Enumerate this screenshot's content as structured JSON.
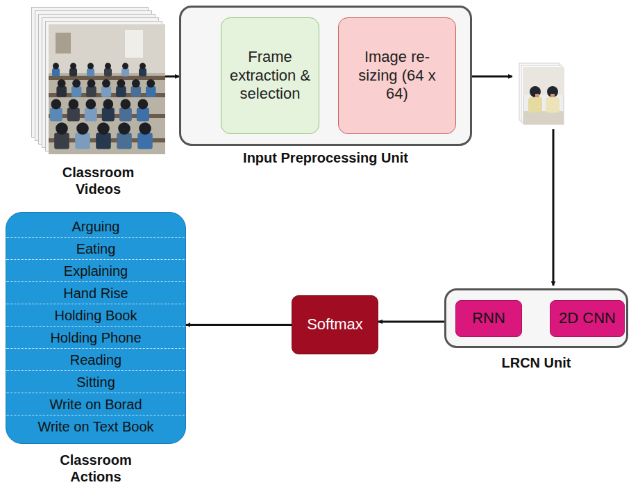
{
  "diagram": {
    "nodes": [
      {
        "text": [
          "Classroom Videos"
        ]
      },
      {
        "text": [
          "Input Preprocessing Unit"
        ]
      },
      {
        "text": [
          "Frame extraction & selection"
        ],
        "in": 1
      },
      {
        "text": [
          "Image re-sizing (64 x 64)"
        ],
        "in": 1
      },
      {
        "text": [
          "LRCN Unit"
        ]
      },
      {
        "text": [
          "RNN"
        ],
        "in": 4
      },
      {
        "text": [
          "2D CNN"
        ],
        "in": 4
      },
      {
        "text": [
          "Softmax"
        ]
      },
      {
        "text": [
          "Arguing",
          "Eating",
          "Explaining",
          "Hand Rise",
          "Holding Book",
          "Holding Phone",
          "Reading",
          "Sitting",
          "Write on Borad",
          "Write on Text Book",
          "Classroom Actions"
        ]
      }
    ],
    "edges": [
      {
        "from": 0,
        "to": 1,
        "arrow": "to"
      },
      {
        "from": 6,
        "to": 5,
        "arrow": "to"
      },
      {
        "from": 4,
        "to": 7,
        "arrow": "to"
      },
      {
        "from": 7,
        "to": 8,
        "arrow": "to"
      }
    ]
  }
}
